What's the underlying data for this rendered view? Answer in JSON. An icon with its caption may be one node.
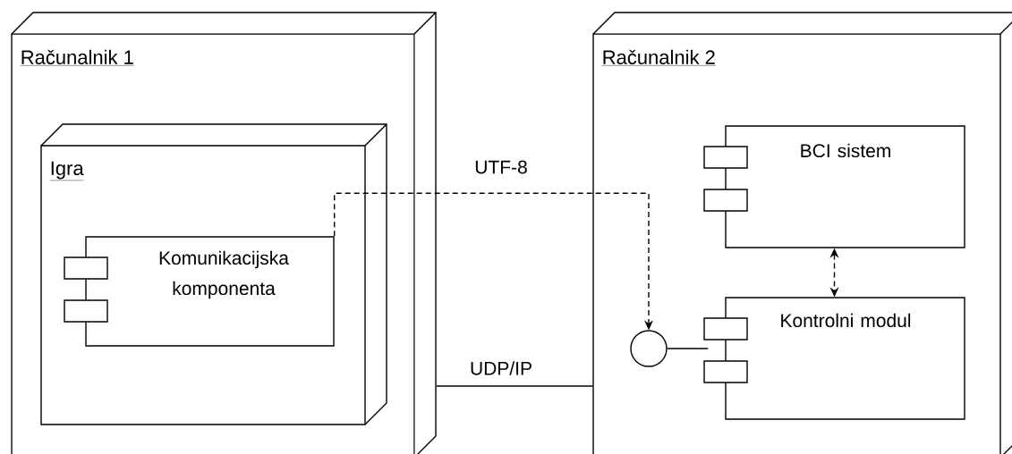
{
  "diagram": {
    "nodes": [
      {
        "text": [
          "Računalnik 1"
        ]
      },
      {
        "text": [
          "Igra"
        ],
        "in": 0
      },
      {
        "text": [
          "Komunikacijska komponenta"
        ],
        "in": 1
      },
      {
        "text": [
          "Računalnik 2"
        ]
      },
      {
        "text": [
          "BCI sistem"
        ],
        "in": 3
      },
      {
        "text": [
          "Kontrolni modul"
        ],
        "in": 3
      },
      {
        "text": [],
        "shape": "circle",
        "in": 3
      }
    ],
    "edges": [
      {
        "from": 2,
        "to": 6,
        "arrow": "to",
        "style": "dashed",
        "label": "UTF-8"
      },
      {
        "from": 6,
        "to": 5,
        "arrow": "none"
      },
      {
        "from": 4,
        "to": 5,
        "arrow": "both",
        "style": "dashed"
      },
      {
        "from": 0,
        "to": 3,
        "arrow": "none",
        "label": "UDP/IP"
      }
    ]
  }
}
